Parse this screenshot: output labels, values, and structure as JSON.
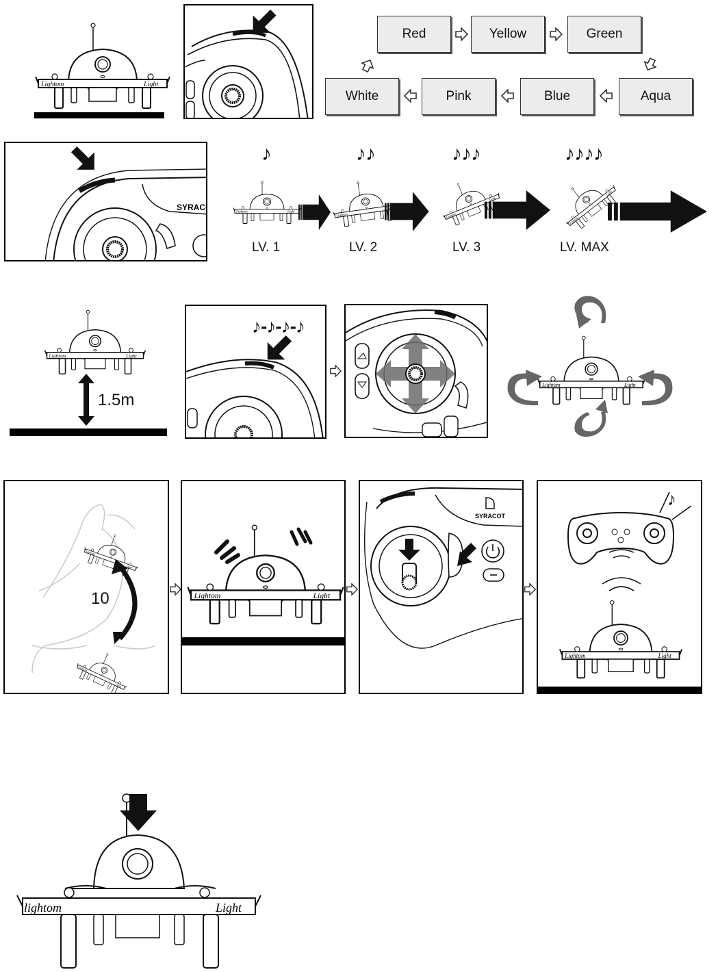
{
  "colors": {
    "cycle": [
      "Red",
      "Yellow",
      "Green",
      "Aqua",
      "Blue",
      "Pink",
      "White"
    ]
  },
  "speed_levels": [
    "LV. 1",
    "LV. 2",
    "LV. 3",
    "LV. MAX"
  ],
  "beeps": {
    "lv1": "♪",
    "lv2": "♪♪",
    "lv3": "♪♪♪",
    "lvmax": "♪♪♪♪",
    "calibrate": "♪-♪-♪-♪",
    "pair": "♪"
  },
  "height_label": "1.5m",
  "shake_count": "10",
  "brand": "SYRACOT",
  "ink": "#000000",
  "arrow_gray": "#555555"
}
